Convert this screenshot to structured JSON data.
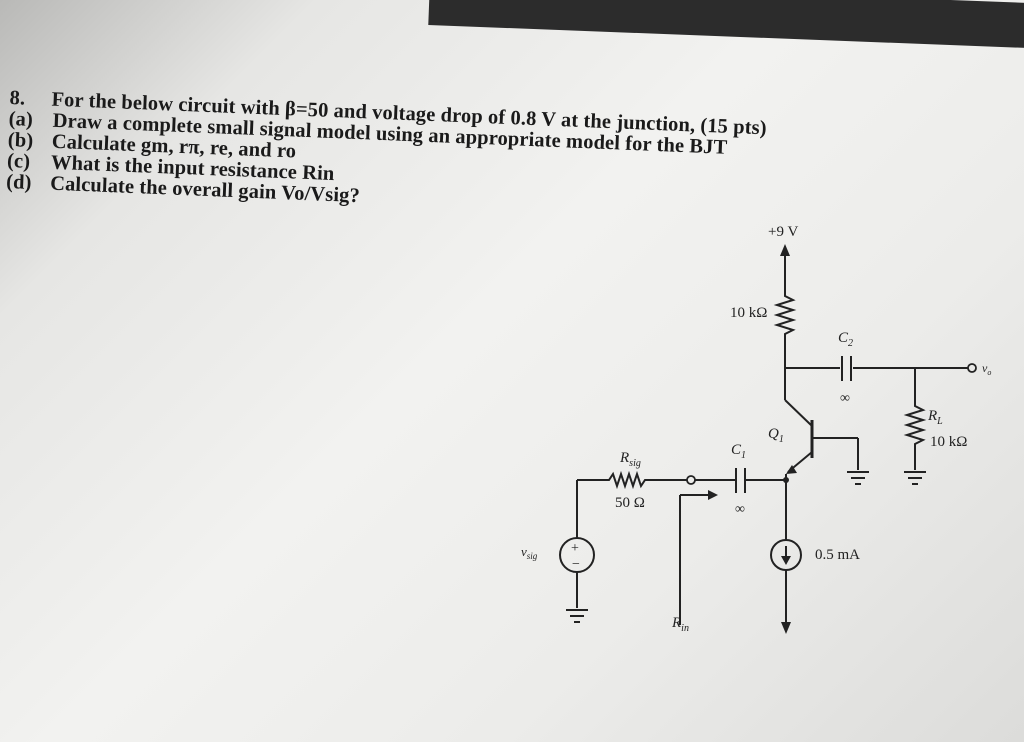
{
  "problem": {
    "number": "8.",
    "intro": "For the below circuit with β=50 and voltage drop of 0.8 V at the junction, (15 pts)",
    "parts": [
      {
        "label": "(a)",
        "text": "Draw a complete small signal model using an appropriate model for the BJT"
      },
      {
        "label": "(b)",
        "text": "Calculate gm, rπ, re, and ro"
      },
      {
        "label": "(c)",
        "text": "What is the input resistance Rin"
      },
      {
        "label": "(d)",
        "text": "Calculate the overall gain Vo/Vsig?"
      }
    ]
  },
  "circuit": {
    "supply": "+9 V",
    "rc_value": "10 kΩ",
    "c2_label": "C",
    "c2_sub": "2",
    "c2_value": "∞",
    "transistor_label": "Q",
    "transistor_sub": "1",
    "c1_label": "C",
    "c1_sub": "1",
    "c1_value": "∞",
    "rsig_label": "R",
    "rsig_sub": "sig",
    "rsig_value": "50 Ω",
    "rl_label": "R",
    "rl_sub": "L",
    "rl_value": "10 kΩ",
    "source_label": "v",
    "source_sub": "sig",
    "source_plus": "+",
    "source_minus": "−",
    "current_value": "0.5 mA",
    "output_label": "v",
    "output_sub": "o",
    "rin_label": "R",
    "rin_sub": "in"
  }
}
